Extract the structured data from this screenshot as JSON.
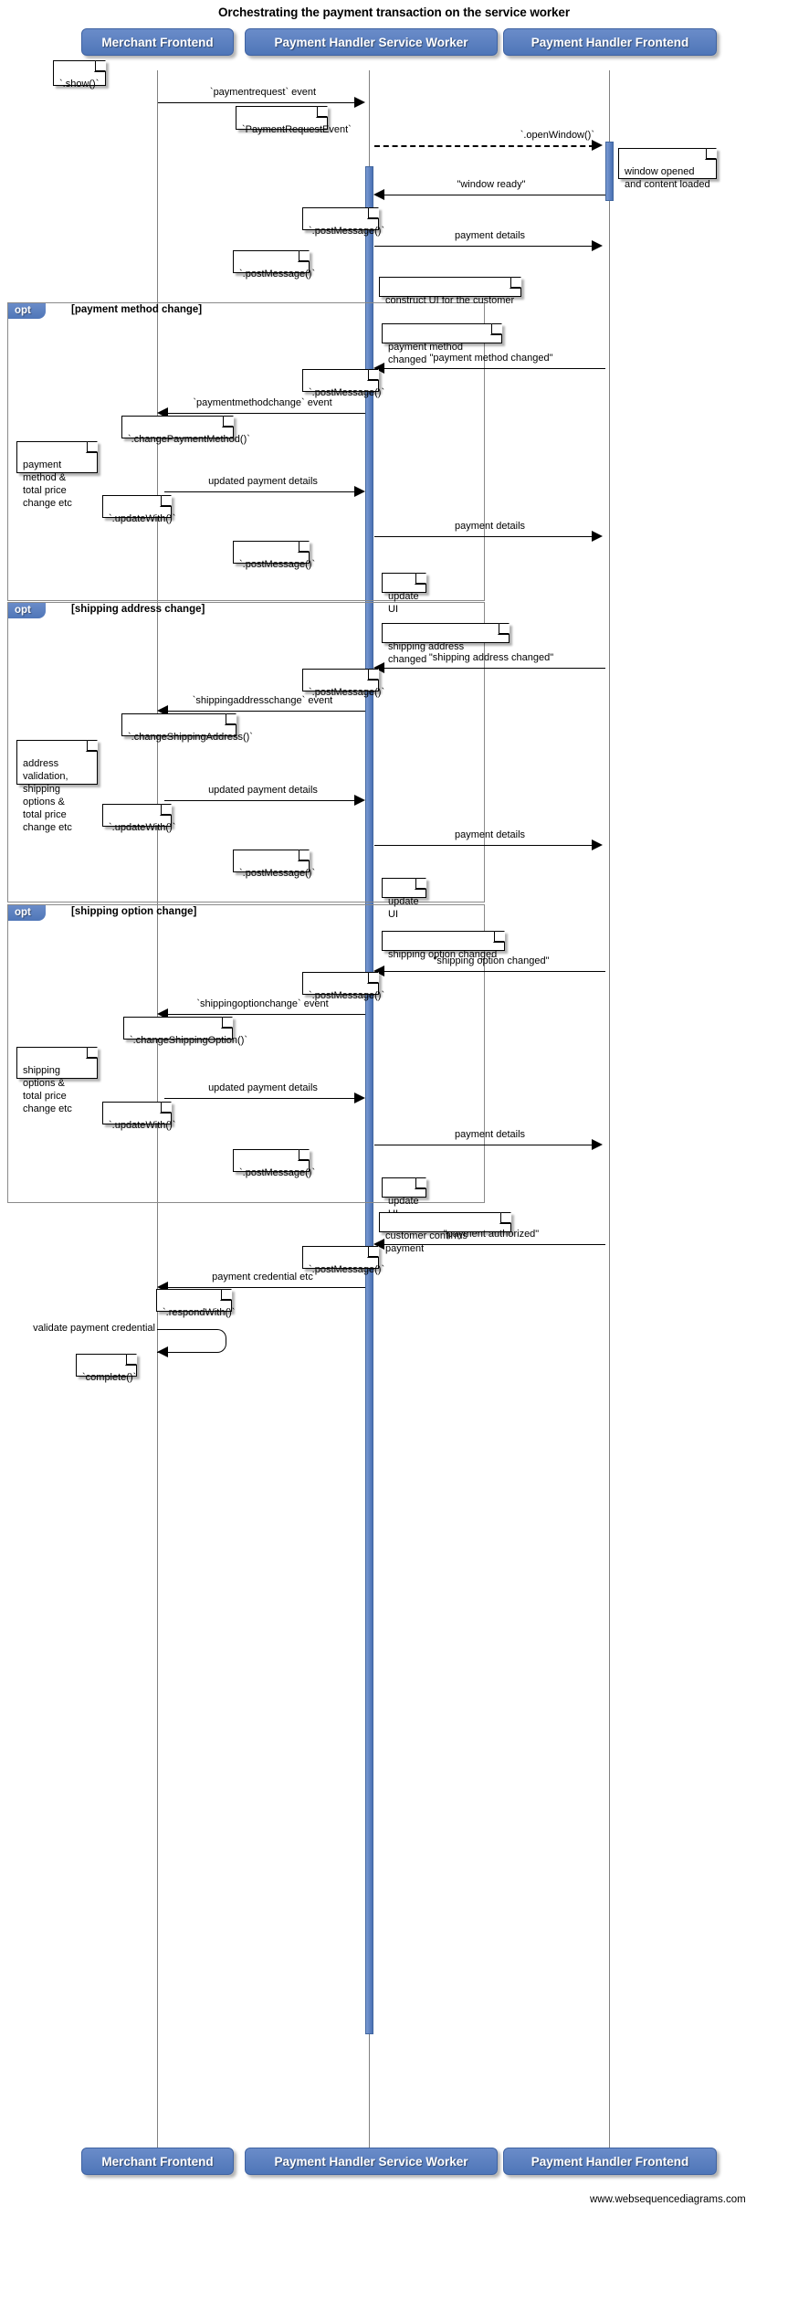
{
  "diagram": {
    "title": "Orchestrating the payment transaction on the service worker",
    "type": "sequence",
    "credit": "www.websequencediagrams.com",
    "colors": {
      "actor_fill": "#5d81c0",
      "actor_text": "#ffffff",
      "activation_fill": "#5d81c0",
      "frame_border": "#8a8a8a",
      "line": "#000000",
      "lifeline": "#808080",
      "background": "#ffffff"
    }
  },
  "actors": [
    {
      "id": "merchant",
      "label": "Merchant Frontend"
    },
    {
      "id": "sw",
      "label": "Payment Handler Service Worker"
    },
    {
      "id": "frontend",
      "label": "Payment Handler Frontend"
    }
  ],
  "fragments": [
    {
      "id": "opt-payment-method",
      "operator": "opt",
      "condition": "[payment method change]"
    },
    {
      "id": "opt-shipping-address",
      "operator": "opt",
      "condition": "[shipping address change]"
    },
    {
      "id": "opt-shipping-option",
      "operator": "opt",
      "condition": "[shipping option change]"
    }
  ],
  "messages": [
    {
      "id": "m1",
      "label": "`paymentrequest` event",
      "from": "merchant",
      "to": "sw",
      "style": "solid"
    },
    {
      "id": "m2",
      "label": "`.openWindow()`",
      "from": "sw",
      "to": "frontend",
      "style": "dashed"
    },
    {
      "id": "m3",
      "label": "\"window ready\"",
      "from": "frontend",
      "to": "sw",
      "style": "solid"
    },
    {
      "id": "m4",
      "label": "payment details",
      "from": "sw",
      "to": "frontend",
      "style": "solid"
    },
    {
      "id": "m5",
      "label": "\"payment method changed\"",
      "from": "frontend",
      "to": "sw",
      "style": "solid"
    },
    {
      "id": "m6",
      "label": "`paymentmethodchange` event",
      "from": "sw",
      "to": "merchant",
      "style": "solid"
    },
    {
      "id": "m7",
      "label": "updated payment details",
      "from": "merchant",
      "to": "sw",
      "style": "solid"
    },
    {
      "id": "m8",
      "label": "payment details",
      "from": "sw",
      "to": "frontend",
      "style": "solid"
    },
    {
      "id": "m9",
      "label": "\"shipping address changed\"",
      "from": "frontend",
      "to": "sw",
      "style": "solid"
    },
    {
      "id": "m10",
      "label": "`shippingaddresschange` event",
      "from": "sw",
      "to": "merchant",
      "style": "solid"
    },
    {
      "id": "m11",
      "label": "updated payment details",
      "from": "merchant",
      "to": "sw",
      "style": "solid"
    },
    {
      "id": "m12",
      "label": "payment details",
      "from": "sw",
      "to": "frontend",
      "style": "solid"
    },
    {
      "id": "m13",
      "label": "\"shipping option changed\"",
      "from": "frontend",
      "to": "sw",
      "style": "solid"
    },
    {
      "id": "m14",
      "label": "`shippingoptionchange` event",
      "from": "sw",
      "to": "merchant",
      "style": "solid"
    },
    {
      "id": "m15",
      "label": "updated payment details",
      "from": "merchant",
      "to": "sw",
      "style": "solid"
    },
    {
      "id": "m16",
      "label": "payment details",
      "from": "sw",
      "to": "frontend",
      "style": "solid"
    },
    {
      "id": "m17",
      "label": "\"payment authorized\"",
      "from": "frontend",
      "to": "sw",
      "style": "solid"
    },
    {
      "id": "m18",
      "label": "payment credential etc",
      "from": "sw",
      "to": "merchant",
      "style": "solid"
    },
    {
      "id": "m19",
      "label": "validate payment credential",
      "from": "merchant",
      "to": "merchant",
      "style": "self"
    }
  ],
  "notes": [
    {
      "id": "n1",
      "text": "`.show()`"
    },
    {
      "id": "n2",
      "text": "`PaymentRequestEvent`"
    },
    {
      "id": "n3",
      "text": "window opened\nand content loaded"
    },
    {
      "id": "n4",
      "text": "`.postMessage()`"
    },
    {
      "id": "n5",
      "text": "`.postMessage()`"
    },
    {
      "id": "n6",
      "text": "construct UI for the customer"
    },
    {
      "id": "n7",
      "text": "payment method changed"
    },
    {
      "id": "n8",
      "text": "`.postMessage()`"
    },
    {
      "id": "n9",
      "text": "`.changePaymentMethod()`"
    },
    {
      "id": "n10",
      "text": "payment method &\ntotal price change etc"
    },
    {
      "id": "n11",
      "text": "`.updateWith()`"
    },
    {
      "id": "n12",
      "text": "`.postMessage()`"
    },
    {
      "id": "n13",
      "text": "update UI"
    },
    {
      "id": "n14",
      "text": "shipping address changed"
    },
    {
      "id": "n15",
      "text": "`.postMessage()`"
    },
    {
      "id": "n16",
      "text": "`.changeShippingAddress()`"
    },
    {
      "id": "n17",
      "text": "address validation,\nshipping options &\ntotal price change etc"
    },
    {
      "id": "n18",
      "text": "`.updateWith()`"
    },
    {
      "id": "n19",
      "text": "`.postMessage()`"
    },
    {
      "id": "n20",
      "text": "update UI"
    },
    {
      "id": "n21",
      "text": "shipping option changed"
    },
    {
      "id": "n22",
      "text": "`.postMessage()`"
    },
    {
      "id": "n23",
      "text": "`.changeShippingOption()`"
    },
    {
      "id": "n24",
      "text": "shipping options &\ntotal price change etc"
    },
    {
      "id": "n25",
      "text": "`.updateWith()`"
    },
    {
      "id": "n26",
      "text": "`.postMessage()`"
    },
    {
      "id": "n27",
      "text": "update UI"
    },
    {
      "id": "n28",
      "text": "customer confirms payment"
    },
    {
      "id": "n29",
      "text": "`.postMessage()`"
    },
    {
      "id": "n30",
      "text": "`.respondWith()`"
    },
    {
      "id": "n31",
      "text": "`complete()`"
    }
  ]
}
